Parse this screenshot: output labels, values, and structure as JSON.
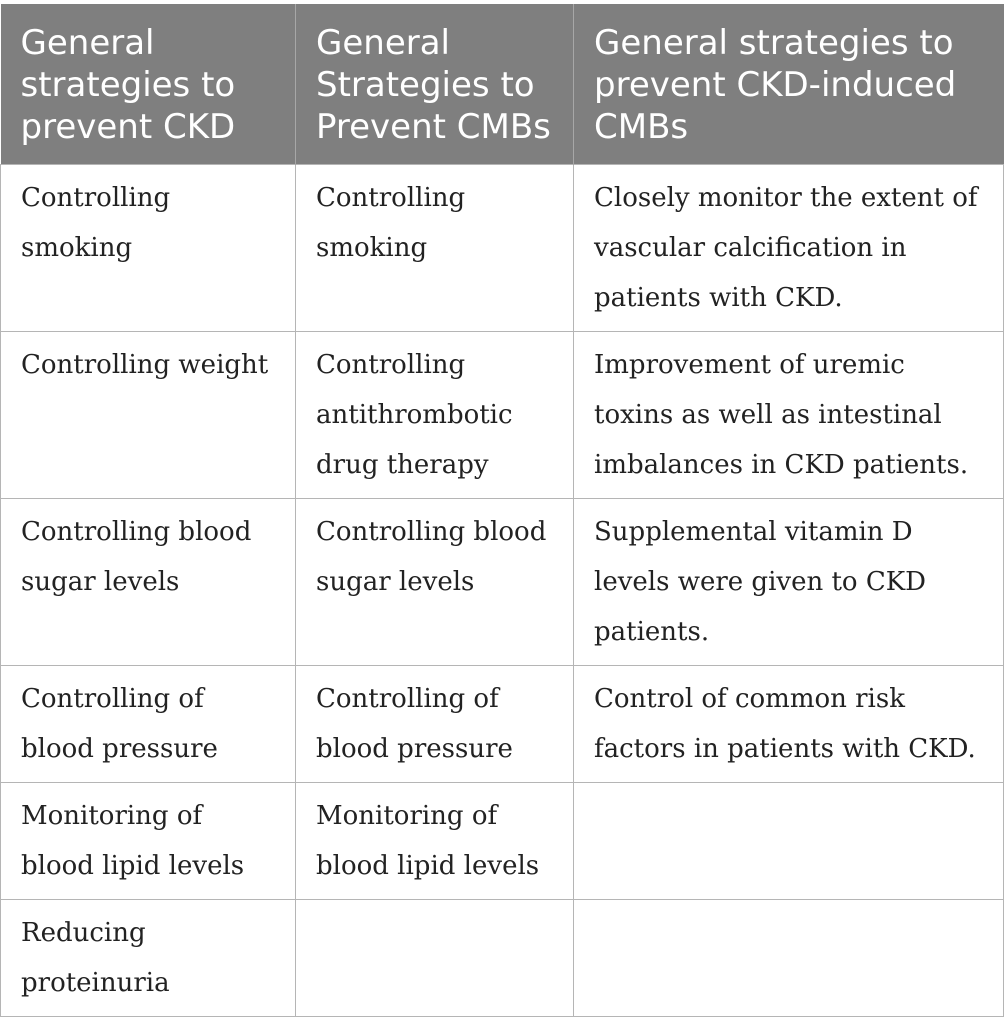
{
  "table": {
    "headers": [
      "General strategies to prevent CKD",
      "General Strategies to Prevent CMBs",
      "General strategies to prevent CKD-induced CMBs"
    ],
    "rows": [
      [
        "Controlling smoking",
        "Controlling smoking",
        "Closely monitor the extent of vascular calcification in patients with CKD."
      ],
      [
        "Controlling weight",
        "Controlling antithrombotic drug therapy",
        "Improvement of uremic toxins as well as intestinal imbalances in CKD patients."
      ],
      [
        "Controlling blood sugar levels",
        "Controlling blood sugar levels",
        "Supplemental vitamin D levels were given to CKD patients."
      ],
      [
        "Controlling of blood pressure",
        "Controlling of blood pressure",
        "Control of common risk factors in patients with CKD."
      ],
      [
        "Monitoring of blood lipid levels",
        "Monitoring of blood lipid levels",
        ""
      ],
      [
        "Reducing proteinuria",
        "",
        ""
      ]
    ]
  },
  "colors": {
    "header_background": "#7f7f7f",
    "header_text": "#ffffff",
    "border": "#b5b5b5",
    "body_text": "#222222"
  }
}
